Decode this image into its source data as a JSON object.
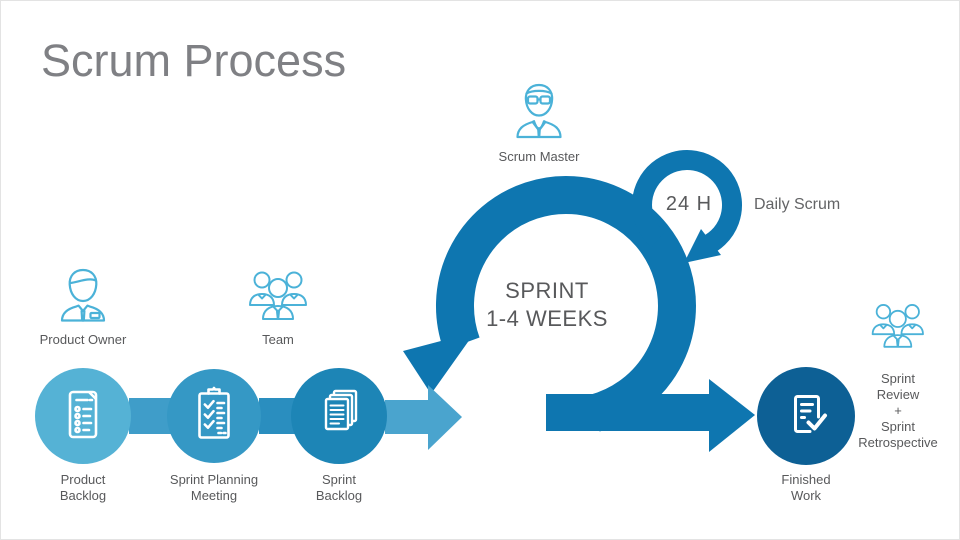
{
  "slide": {
    "title": "Scrum Process"
  },
  "actors": {
    "product_owner": "Product Owner",
    "team": "Team",
    "scrum_master": "Scrum Master"
  },
  "sprint_loop": {
    "line1": "SPRINT",
    "line2": "1-4 WEEKS"
  },
  "daily_loop": {
    "duration": "24 H",
    "label": "Daily Scrum"
  },
  "steps": [
    {
      "lines": [
        "Product",
        "Backlog"
      ]
    },
    {
      "lines": [
        "Sprint Planning",
        "Meeting"
      ]
    },
    {
      "lines": [
        "Sprint",
        "Backlog"
      ]
    }
  ],
  "output": {
    "lines": [
      "Finished",
      "Work"
    ]
  },
  "ceremonies": {
    "lines": [
      "Sprint",
      "Review",
      "+",
      "Sprint",
      "Retrospective"
    ]
  },
  "icons": [
    "person-icon",
    "team-icon",
    "scrum-master-icon",
    "list-icon",
    "clipboard-icon",
    "documents-stack-icon",
    "finished-document-icon",
    "sprint-loop-arrow",
    "daily-loop-arrow"
  ],
  "colors": {
    "loop_blue": "#0e76b0",
    "step1_circle": "#55b2d5",
    "step2_circle": "#3598c5",
    "step3_circle": "#1d85b6",
    "finished_circle": "#0d6095",
    "light_arrow": "#4aa4ce",
    "connector1": "#3f9dc9",
    "connector2": "#2a8ebf",
    "icon_outline": "#4bb2d8",
    "title_gray": "#7f8084",
    "label_gray": "#58595b"
  }
}
